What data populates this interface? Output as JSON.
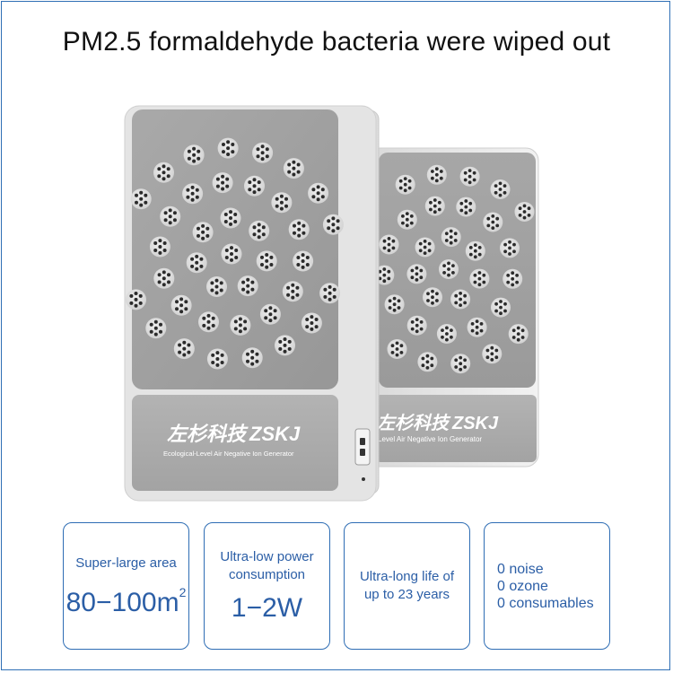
{
  "headline": "PM2.5 formaldehyde bacteria were wiped out",
  "brand": {
    "chinese_mark": "左杉科技",
    "latin_mark": "ZSKJ",
    "tagline": "Ecological-Level Air Negative Ion Generator",
    "rear_tagline": "Level Air Negative Ion Generator"
  },
  "features": [
    {
      "line1": "Super-large area",
      "value": "80−100m",
      "superscript": "2"
    },
    {
      "line1": "Ultra-low power",
      "line2": "consumption",
      "value": "1−2W"
    },
    {
      "line1": "Ultra-long life of",
      "line2": "up to 23 years"
    },
    {
      "line1": "0 noise",
      "line2": "0 ozone",
      "line3": "0 consumables"
    }
  ],
  "colors": {
    "accent": "#2e6db4",
    "text_blue": "#2b5ea6",
    "device_gray": "#9a9a9a"
  }
}
